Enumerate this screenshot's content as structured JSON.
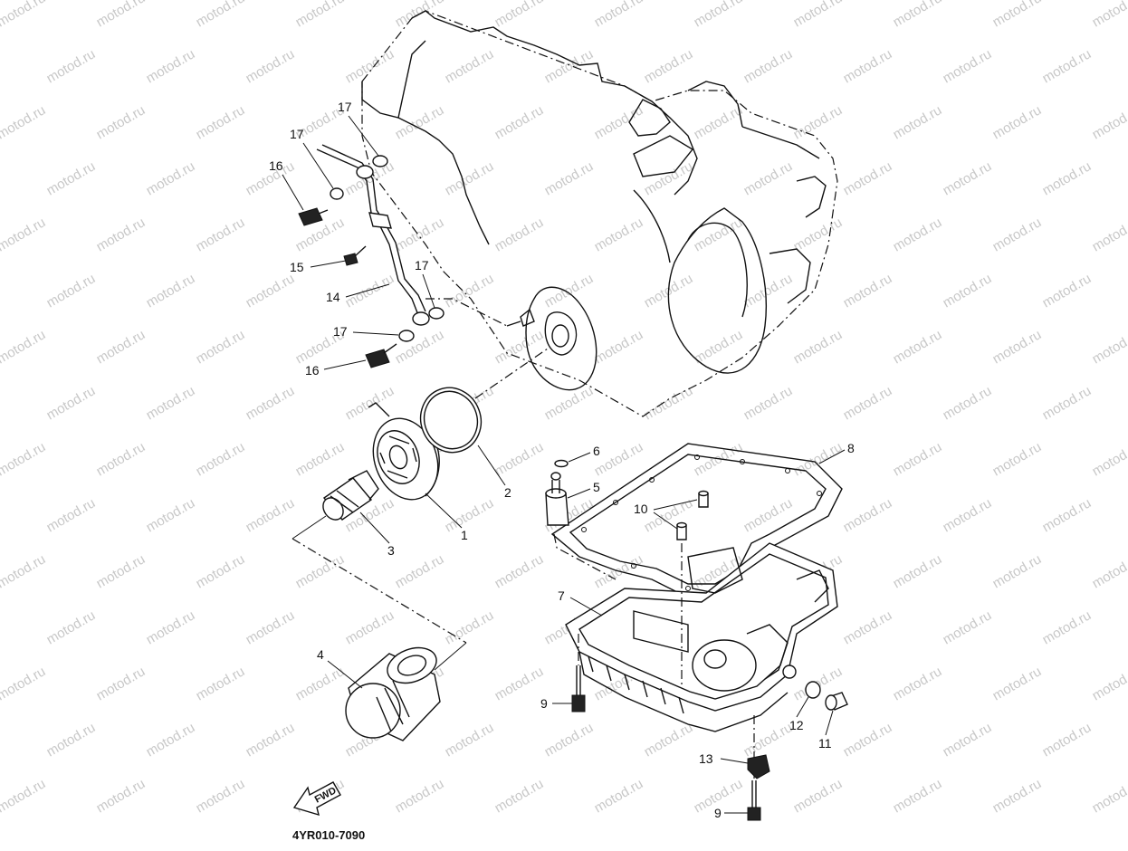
{
  "watermark": {
    "text": "motod.ru",
    "color": "#c8c8c8"
  },
  "document_code": "4YR010-7090",
  "fwd_arrow": {
    "label": "FWD"
  },
  "callouts": [
    {
      "id": "1",
      "label": "1"
    },
    {
      "id": "2",
      "label": "2"
    },
    {
      "id": "3",
      "label": "3"
    },
    {
      "id": "4",
      "label": "4"
    },
    {
      "id": "5",
      "label": "5"
    },
    {
      "id": "6",
      "label": "6"
    },
    {
      "id": "7",
      "label": "7"
    },
    {
      "id": "8",
      "label": "8"
    },
    {
      "id": "9a",
      "label": "9"
    },
    {
      "id": "9b",
      "label": "9"
    },
    {
      "id": "10",
      "label": "10"
    },
    {
      "id": "11",
      "label": "11"
    },
    {
      "id": "12",
      "label": "12"
    },
    {
      "id": "13",
      "label": "13"
    },
    {
      "id": "14",
      "label": "14"
    },
    {
      "id": "15",
      "label": "15"
    },
    {
      "id": "16a",
      "label": "16"
    },
    {
      "id": "16b",
      "label": "16"
    },
    {
      "id": "17a",
      "label": "17"
    },
    {
      "id": "17b",
      "label": "17"
    },
    {
      "id": "17c",
      "label": "17"
    },
    {
      "id": "17d",
      "label": "17"
    }
  ]
}
